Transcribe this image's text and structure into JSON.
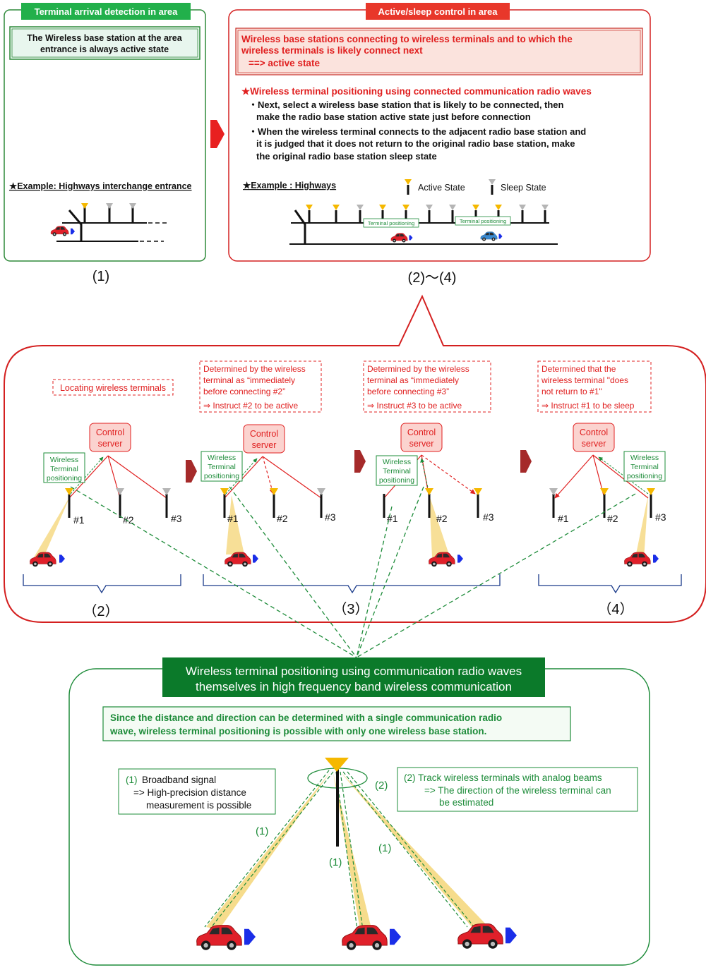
{
  "panel1": {
    "tab": "Terminal arrival detection in area",
    "note_line1": "The Wireless base station at the area",
    "note_line2": "entrance is always active state",
    "example": "★Example: Highways interchange entrance",
    "caption": "(1)"
  },
  "panel2": {
    "tab": "Active/sleep control in area",
    "box_line1": "Wireless base stations connecting to wireless terminals and to which the",
    "box_line2": "wireless terminals is likely connect next",
    "box_line3": "==> active state",
    "heading": "★Wireless terminal positioning using connected communication radio waves",
    "bullet1_line1": "・Next, select a wireless base station that is likely to be connected, then",
    "bullet1_line2": "make the radio base station active state just before connection",
    "bullet2_line1": "・When the wireless terminal connects to the adjacent radio base station and",
    "bullet2_line2": "it is judged that it does not return to the original radio base station, make",
    "bullet2_line3": "the original radio base station sleep state",
    "example": "★Example : Highways",
    "legend_active": "Active State",
    "legend_sleep": "Sleep State",
    "positioning_label": "Terminal positioning",
    "caption": "(2)〜(4)"
  },
  "stages": {
    "s1_note": "Locating wireless terminals",
    "s2_note_line1": "Determined by the wireless",
    "s2_note_line2": "terminal as “immediately",
    "s2_note_line3": "before connecting #2”",
    "s2_note_line4": "⇒ Instruct #2 to be active",
    "s3_note_line1": "Determined by the wireless",
    "s3_note_line2": "terminal as “immediately",
    "s3_note_line3": "before connecting #3”",
    "s3_note_line4": "⇒ Instruct #3 to be active",
    "s4_note_line1": "Determined that the",
    "s4_note_line2": "wireless terminal \"does",
    "s4_note_line3": "not return to #1\"",
    "s4_note_line4": "⇒ Instruct #1 to be sleep",
    "server_line1": "Control",
    "server_line2": "server",
    "wtp_line1": "Wireless",
    "wtp_line2": "Terminal",
    "wtp_line3": "positioning",
    "st1": "#1",
    "st2": "#2",
    "st3": "#3",
    "cap2": "（2）",
    "cap3": "（3）",
    "cap4": "（4）"
  },
  "bottom": {
    "title_line1": "Wireless terminal positioning using communication radio waves",
    "title_line2": "themselves in high frequency band wireless communication",
    "box_line1": "Since the distance and direction can be determined with a single communication radio",
    "box_line2": "wave, wireless terminal positioning is possible with only one wireless base station.",
    "note1_num": "(1)",
    "note1_line1": "Broadband signal",
    "note1_line2": "=> High-precision distance",
    "note1_line3": "measurement is possible",
    "note2_line1": "(2) Track wireless terminals with analog beams",
    "note2_line2": "=> The direction of the wireless terminal can",
    "note2_line3": "be estimated",
    "beam_label_1": "(1)",
    "beam_label_2": "(2)"
  },
  "colors": {
    "green": "#1e8c3a",
    "dark_green": "#0b7a2a",
    "red": "#e02020",
    "dark_red": "#a52a2a",
    "active": "#f5b800",
    "sleep": "#b5b5b5",
    "beam": "#f6dc8c",
    "car": "#e0202a",
    "blue_car": "#3a8ad0",
    "arrow_blue": "#1a2ee8"
  }
}
